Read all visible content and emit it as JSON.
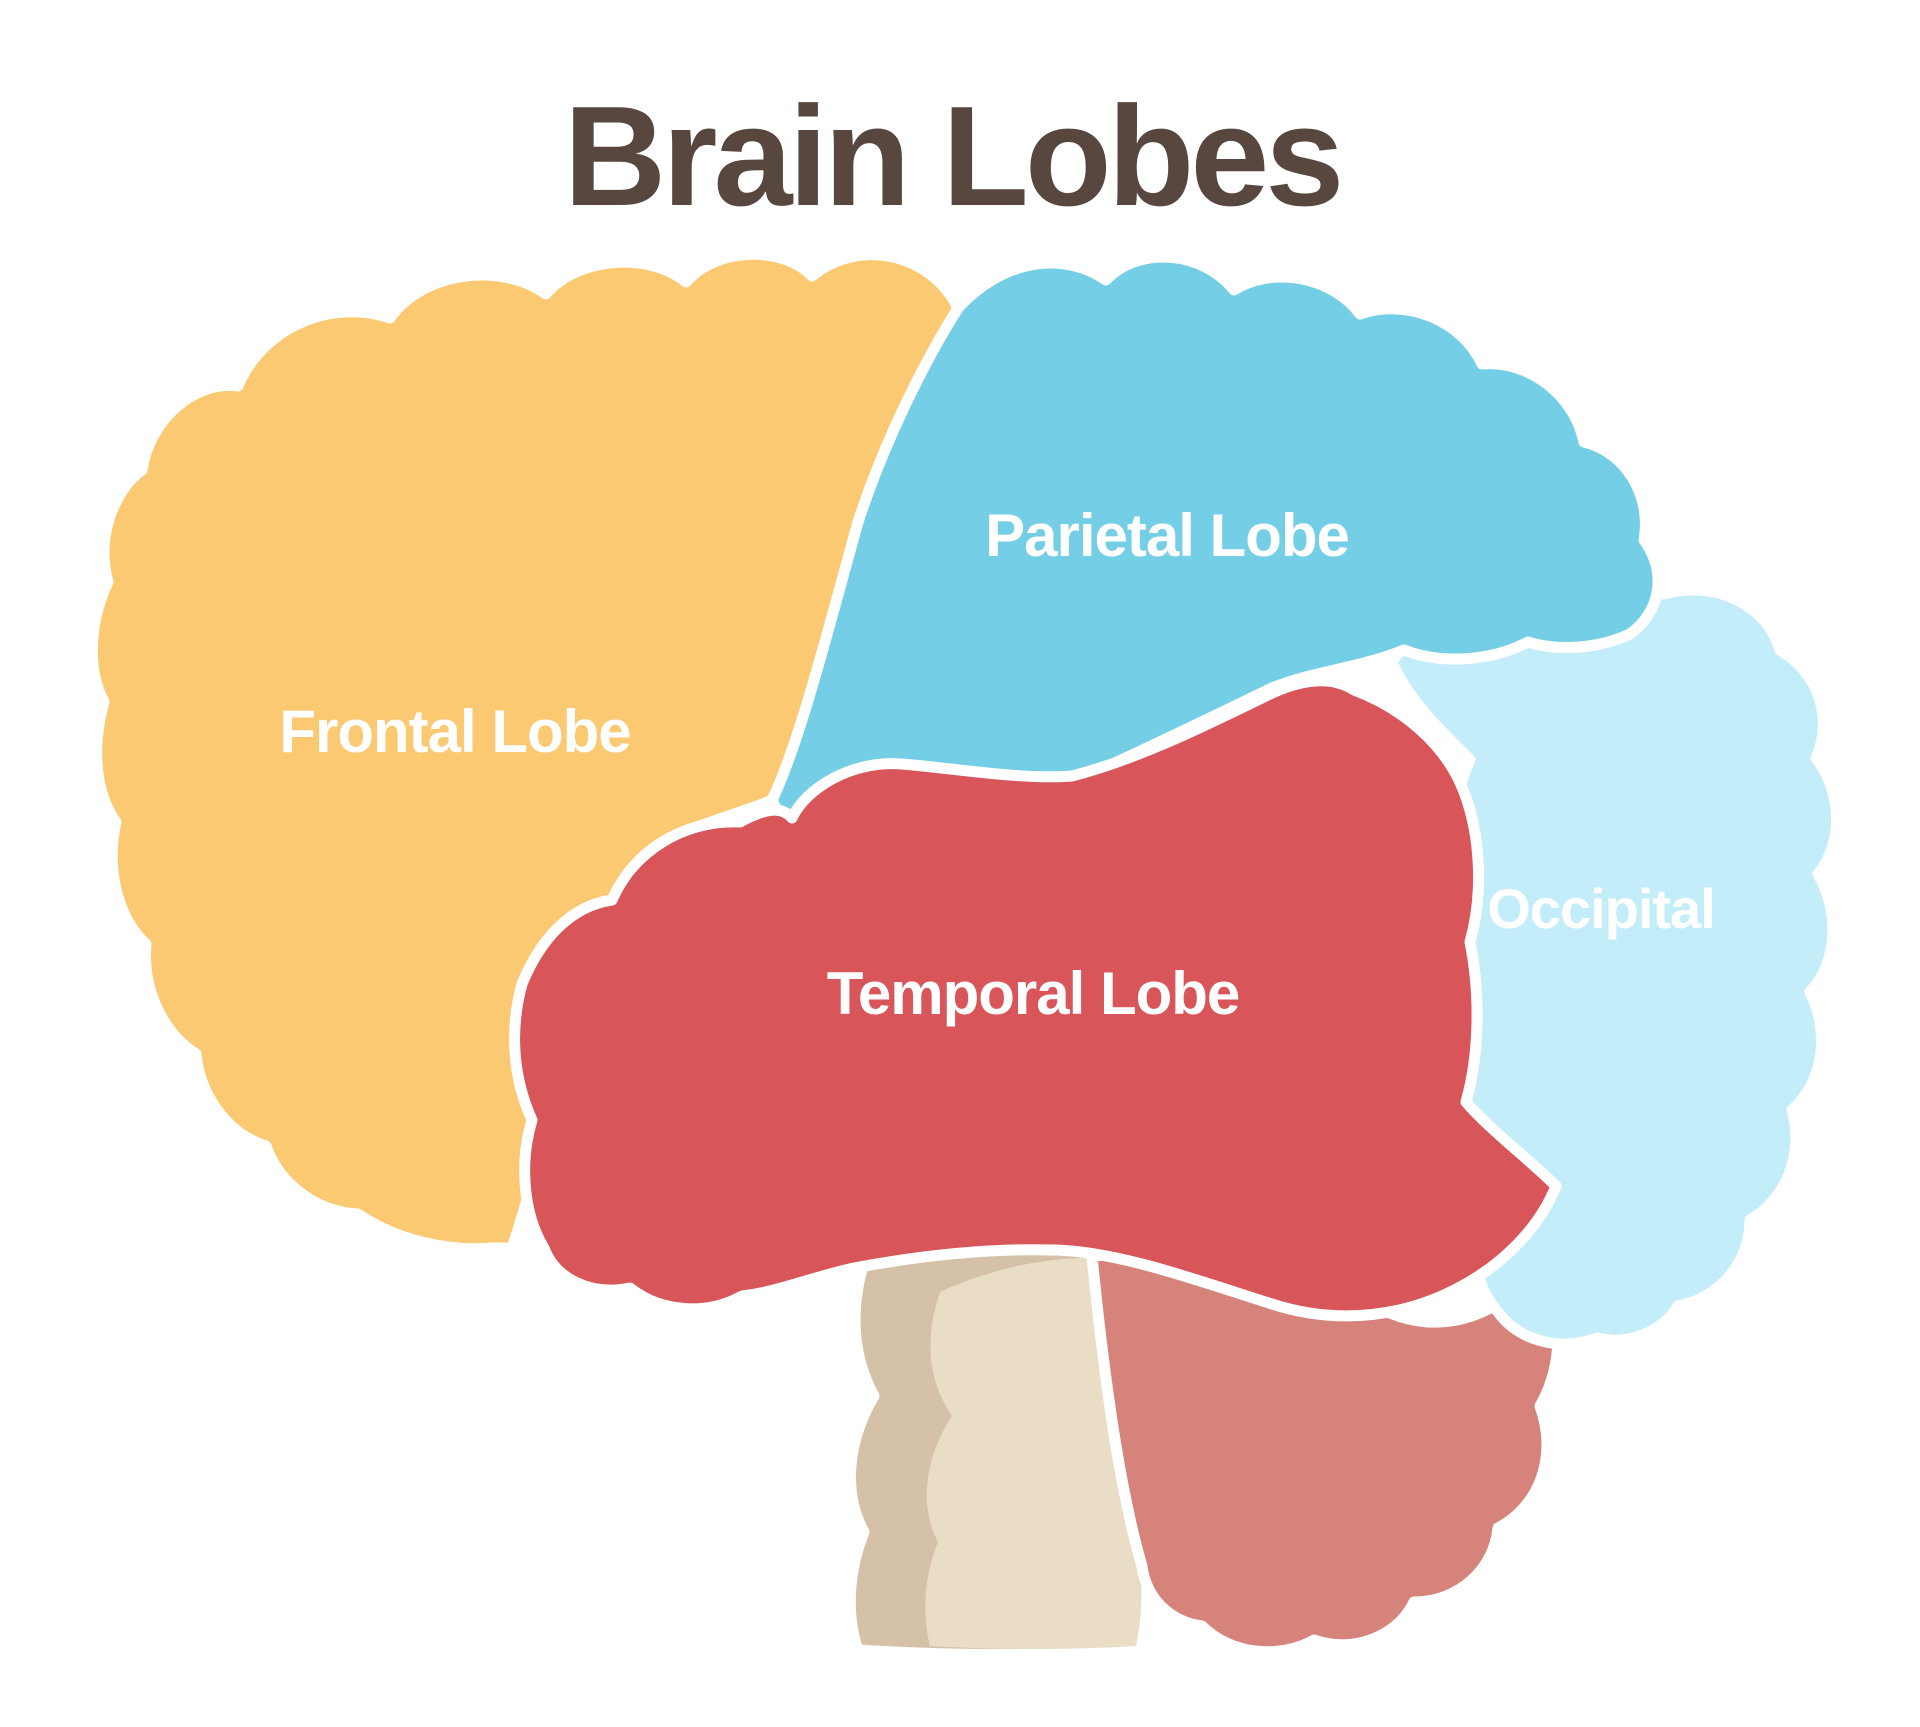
{
  "title": "Brain Lobes",
  "labels": {
    "frontal": "Frontal Lobe",
    "parietal": "Parietal Lobe",
    "temporal": "Temporal Lobe",
    "occipital": "Occipital"
  },
  "colors": {
    "background": "#FFFFFF",
    "title_text": "#57473F",
    "label_text": "#FFFFFF",
    "frontal": "#FBC972",
    "parietal": "#74CEE6",
    "occipital": "#C4EDFA",
    "temporal": "#D85659",
    "cerebellum": "#D5837B",
    "brain_stem_outer": "#D5C1A8",
    "brain_stem_inner": "#EADDC6",
    "outline": "#FFFFFF"
  }
}
